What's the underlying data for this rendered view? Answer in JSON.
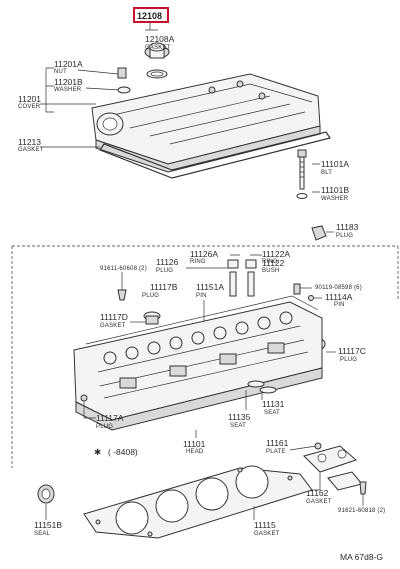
{
  "highlight": {
    "part_number": "12108",
    "color": "#c8102e"
  },
  "labels": {
    "p12108A": "12108A",
    "p12108A_name": "GASKET",
    "p11201A": "11201A",
    "p11201A_name": "NUT",
    "p11201B": "11201B",
    "p11201B_name": "WASHER",
    "p11201": "11201",
    "p11201_name": "COVER",
    "p11213": "11213",
    "p11213_name": "GASKET",
    "p11101A": "11101A",
    "p11101A_name": "BLT",
    "p11101B": "11101B",
    "p11101B_name": "WASHER",
    "p11183": "11183",
    "p11183_name": "PLUG",
    "p11126A": "11126A",
    "p11126A_name": "RING",
    "p11122A": "11122A",
    "p11122A_name": "RING",
    "p11126": "11126",
    "p11126_name": "PLUG",
    "p11122": "11122",
    "p11122_name": "BUSH",
    "p91611": "91611-60608 (2)",
    "p11117B": "11117B",
    "p11117B_name": "PLUG",
    "p11151A": "11151A",
    "p11151A_name": "PIN",
    "p90119": "90119-08598 (6)",
    "p11114A": "11114A",
    "p11114A_name": "PIN",
    "p11117D": "11117D",
    "p11117D_name": "GASKET",
    "p11117C": "11117C",
    "p11117C_name": "PLUG",
    "p11117A": "11117A",
    "p11117A_name": "PLUG",
    "p11135": "11135",
    "p11135_name": "SEAT",
    "p11131": "11131",
    "p11131_name": "SEAT",
    "p11101": "11101",
    "p11101_name": "HEAD",
    "p11161": "11161",
    "p11161_name": "PLATE",
    "note_symbol": "✱",
    "note_range": "( -8408)",
    "p11162": "11162",
    "p11162_name": "GASKET",
    "p11151B": "11151B",
    "p11151B_name": "SEAL",
    "p11115": "11115",
    "p11115_name": "GASKET",
    "p91621": "91621-60818 (2)",
    "ref_code": "MA 67d8-G"
  }
}
